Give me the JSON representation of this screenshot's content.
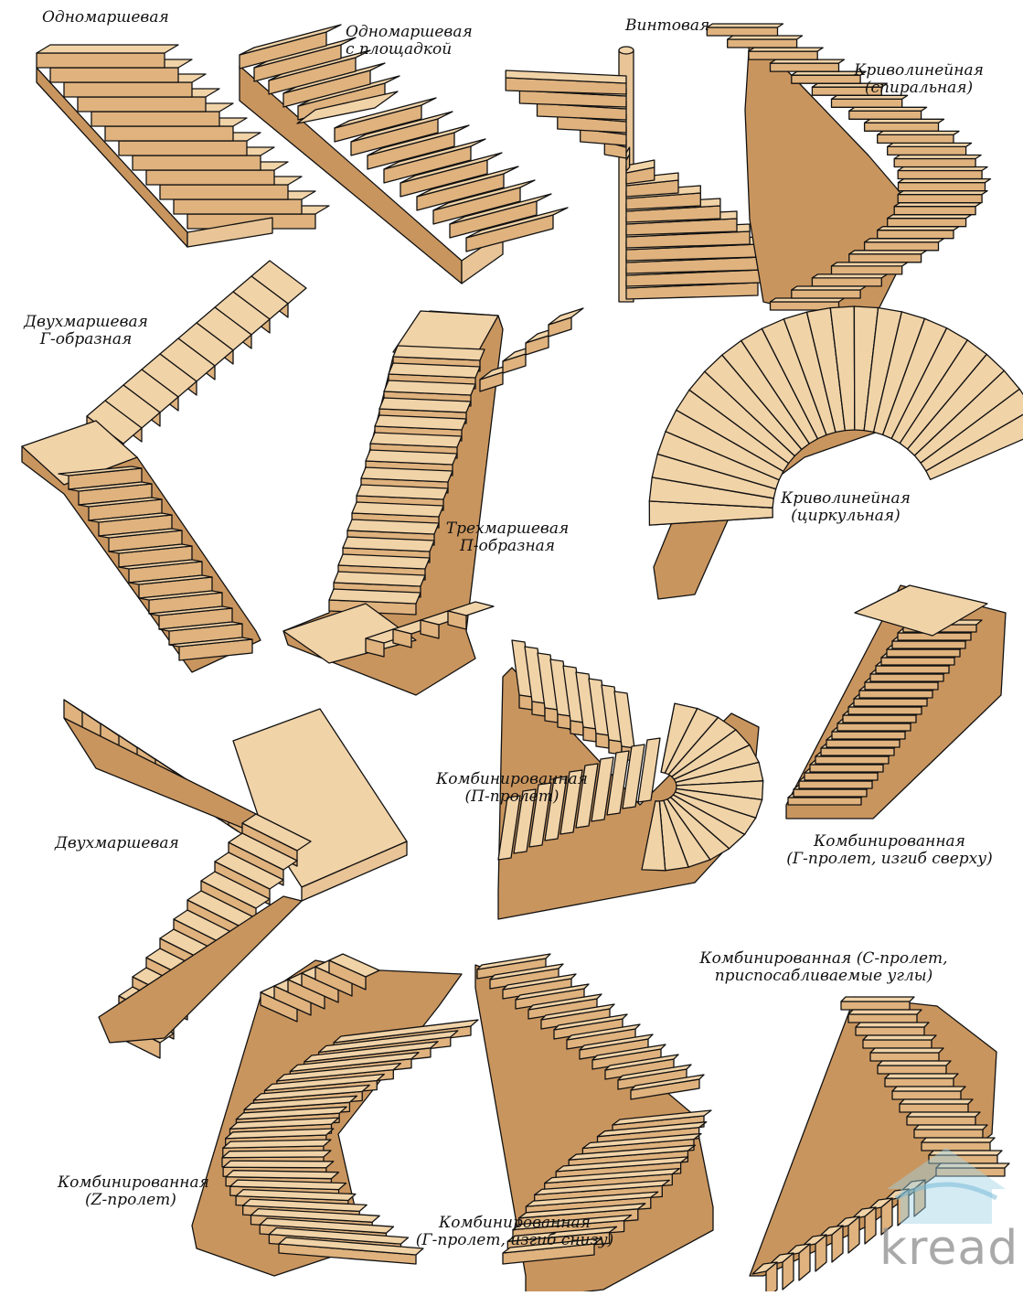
{
  "captions": {
    "straight": "Одномаршевая",
    "straight_landing": [
      "Одномаршевая",
      "с площадкой"
    ],
    "spiral": "Винтовая",
    "curved_spiral": [
      "Криволинейная",
      "(спиральная)"
    ],
    "l_shaped": [
      "Двухмаршевая",
      "Г-образная"
    ],
    "u_shaped": [
      "Трехмаршевая",
      "П-образная"
    ],
    "curved_circular": [
      "Криволинейная",
      "(циркульная)"
    ],
    "two_flight": "Двухмаршевая",
    "comb_p": [
      "Комбинированная",
      "(П-пролет)"
    ],
    "comb_g_top": [
      "Комбинированная",
      "(Г-пролет, изгиб сверху)"
    ],
    "comb_c": [
      "Комбинированная (С-пролет,",
      "приспосабливаемые углы)"
    ],
    "comb_z": [
      "Комбинированная",
      "(Z-пролет)"
    ],
    "comb_g_bottom": [
      "Комбинированная",
      "(Г-пролет, изгиб снизу)"
    ]
  },
  "watermark": "kread",
  "colors": {
    "tread": "#f1d3a8",
    "riser": "#dfb27e",
    "side": "#e8c497",
    "outline": "#111111"
  }
}
